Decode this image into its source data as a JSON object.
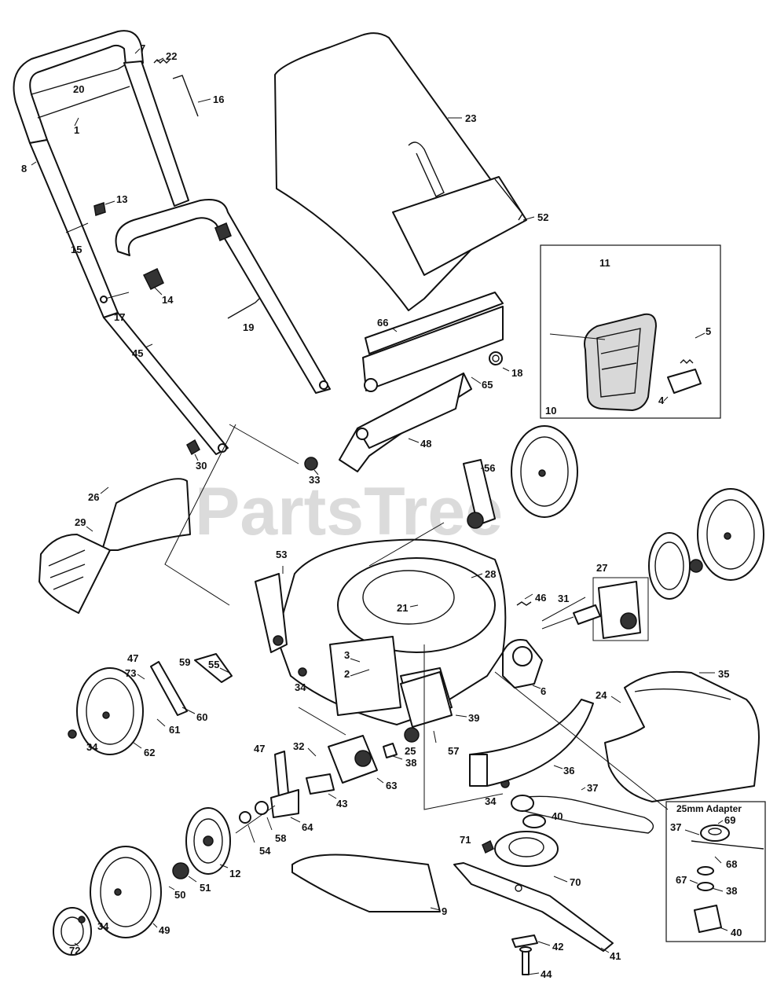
{
  "watermark": "PartsTree",
  "inset_adapter_title": "25mm Adapter",
  "callouts": {
    "c1": "1",
    "c7": "7",
    "c22": "22",
    "c20": "20",
    "c16": "16",
    "c8": "8",
    "c13": "13",
    "c15": "15",
    "c14": "14",
    "c17": "17",
    "c19": "19",
    "c45": "45",
    "c23": "23",
    "c52": "52",
    "c66": "66",
    "c18": "18",
    "c65": "65",
    "c48": "48",
    "c11": "11",
    "c5": "5",
    "c4": "4",
    "c10": "10",
    "c30": "30",
    "c33": "33",
    "c26": "26",
    "c29": "29",
    "c56": "56",
    "c53": "53",
    "c28": "28",
    "c21": "21",
    "c46": "46",
    "c27": "27",
    "c31": "31",
    "c47a": "47",
    "c59": "59",
    "c55": "55",
    "c3": "3",
    "c2": "2",
    "c6": "6",
    "c73": "73",
    "c34a": "34",
    "c60": "60",
    "c61": "61",
    "c62": "62",
    "c34b": "34",
    "c24": "24",
    "c35": "35",
    "c39": "39",
    "c25": "25",
    "c57": "57",
    "c32": "32",
    "c47b": "47",
    "c38": "38",
    "c63": "63",
    "c36": "36",
    "c43": "43",
    "c34c": "34",
    "c37": "37",
    "c64": "64",
    "c58": "58",
    "c54": "54",
    "c40": "40",
    "c71": "71",
    "c12": "12",
    "c51": "51",
    "c50": "50",
    "c70": "70",
    "c9": "9",
    "c34d": "34",
    "c49": "49",
    "c72": "72",
    "c42": "42",
    "c41": "41",
    "c44": "44",
    "a37": "37",
    "a69": "69",
    "a68": "68",
    "a67": "67",
    "a38": "38",
    "a40": "40"
  }
}
